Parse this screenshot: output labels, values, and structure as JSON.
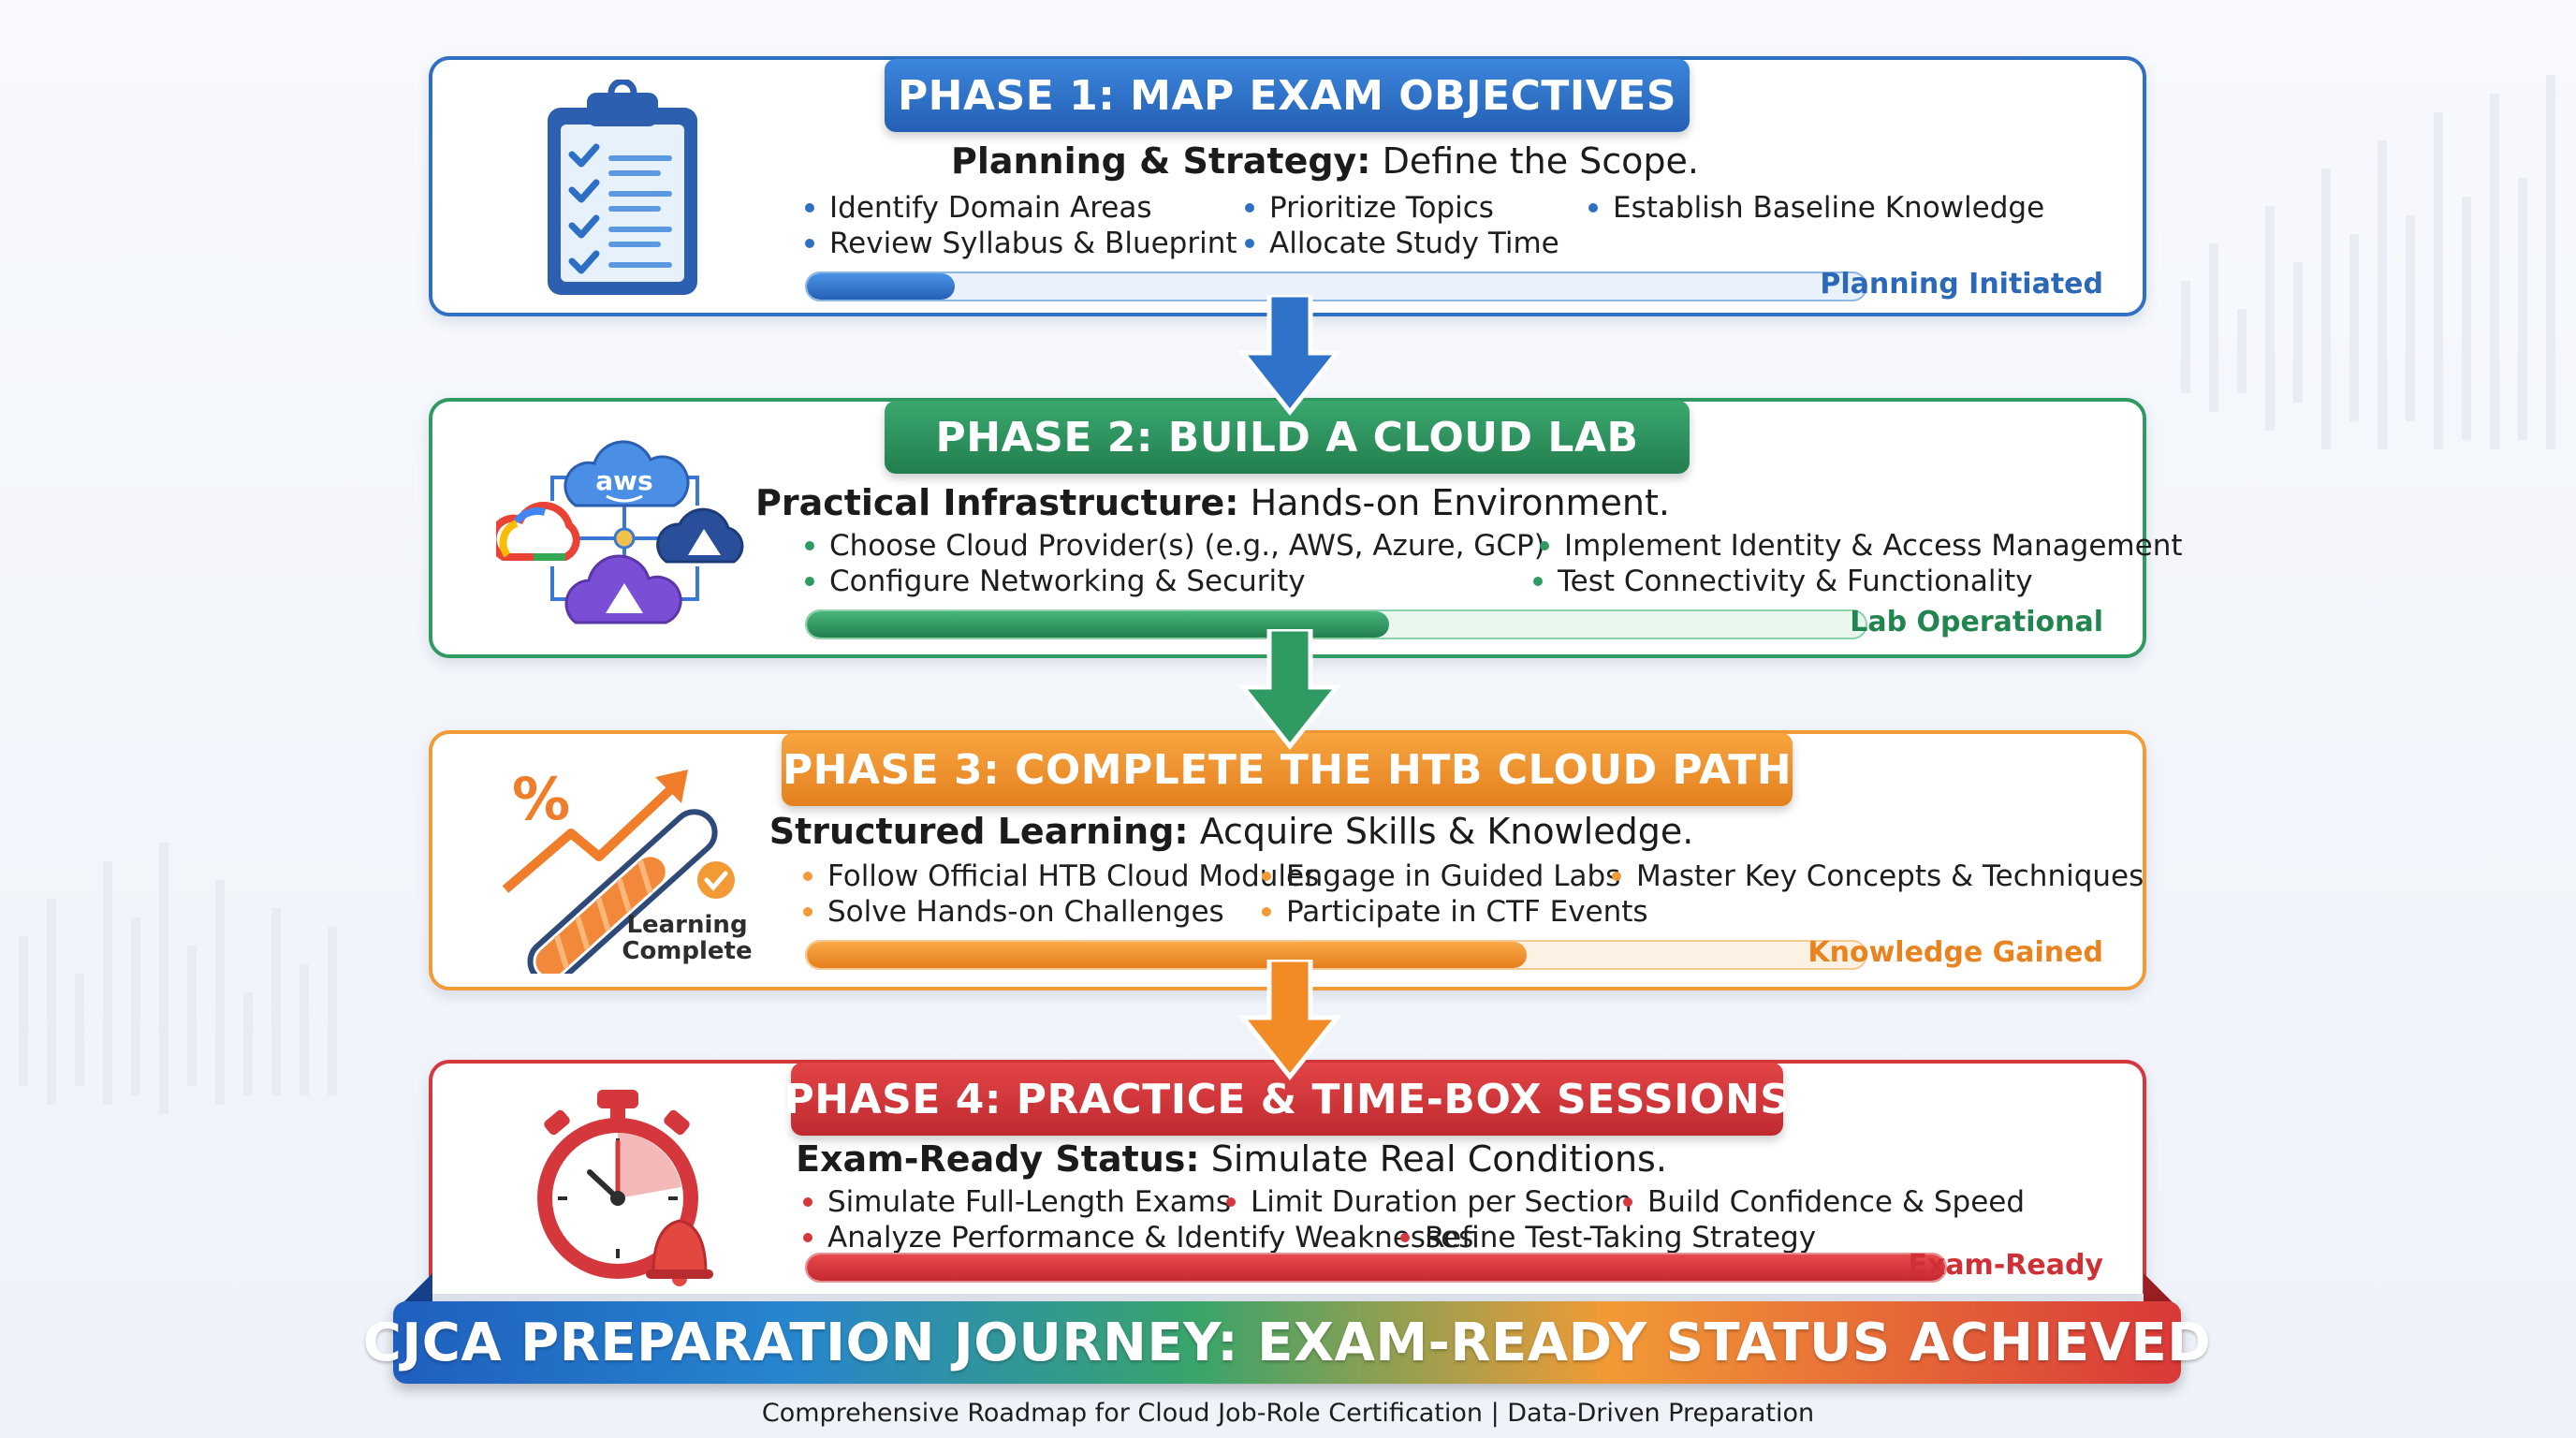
{
  "colors": {
    "phase1": "#2f6fc4",
    "phase2": "#2f9a62",
    "phase3": "#f29a36",
    "phase4": "#d5383c"
  },
  "phases": [
    {
      "badge": "PHASE 1: MAP EXAM OBJECTIVES",
      "subtitle_bold": "Planning & Strategy:",
      "subtitle_rest": " Define the Scope.",
      "items": [
        "Identify Domain Areas",
        "Prioritize Topics",
        "Establish Baseline Knowledge",
        "Review Syllabus & Blueprint",
        "Allocate Study Time"
      ],
      "progress": 0.14,
      "status": "Planning Initiated",
      "icon": "clipboard-checklist-icon"
    },
    {
      "badge": "PHASE 2: BUILD A CLOUD LAB",
      "subtitle_bold": "Practical Infrastructure:",
      "subtitle_rest": " Hands-on Environment.",
      "items": [
        "Choose Cloud Provider(s) (e.g., AWS, Azure, GCP)",
        "Implement Identity & Access Management",
        "Configure Networking & Security",
        "Test Connectivity & Functionality"
      ],
      "progress": 0.55,
      "status": "Lab Operational",
      "icon": "cloud-network-icon",
      "icon_text": "aws"
    },
    {
      "badge": "PHASE 3: COMPLETE THE HTB CLOUD PATH",
      "subtitle_bold": "Structured Learning:",
      "subtitle_rest": " Acquire Skills & Knowledge.",
      "items": [
        "Follow Official HTB Cloud Modules",
        "Engage in Guided Labs",
        "Master Key Concepts & Techniques",
        "Solve Hands-on Challenges",
        "Participate in CTF Events"
      ],
      "progress": 0.68,
      "status": "Knowledge Gained",
      "icon": "growth-progress-icon",
      "icon_text": "%",
      "icon_caption": [
        "Learning",
        "Complete"
      ]
    },
    {
      "badge": "PHASE 4: PRACTICE & TIME-BOX SESSIONS",
      "subtitle_bold": "Exam-Ready Status:",
      "subtitle_rest": " Simulate Real Conditions.",
      "items": [
        "Simulate Full-Length Exams",
        "Limit Duration per Section",
        "Build Confidence & Speed",
        "Analyze Performance & Identify Weaknesses",
        "Refine Test-Taking Strategy"
      ],
      "progress": 1.0,
      "status": "Exam-Ready",
      "icon": "stopwatch-alarm-icon"
    }
  ],
  "banner": "CJCA PREPARATION JOURNEY: EXAM-READY STATUS ACHIEVED",
  "footnote": "Comprehensive Roadmap for Cloud Job-Role Certification | Data-Driven Preparation"
}
